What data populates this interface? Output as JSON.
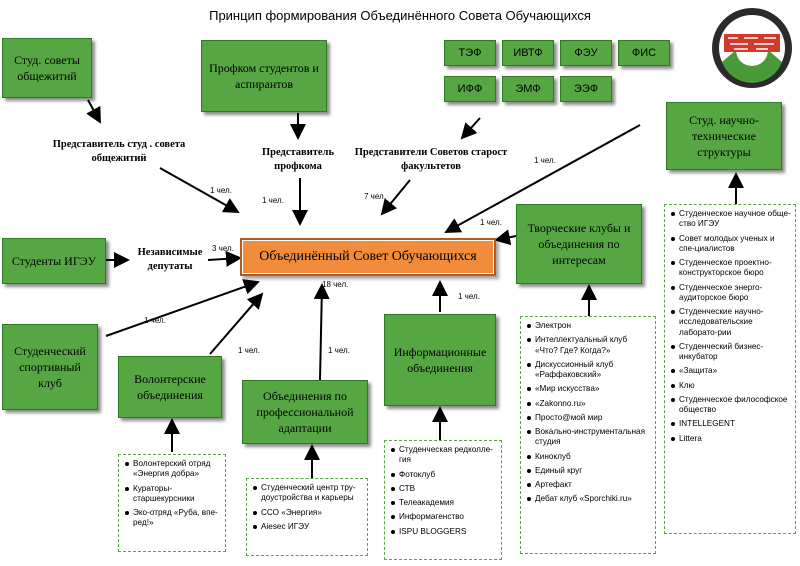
{
  "title": "Принцип формирования Объединённого Совета Обучающихся",
  "center": "Объединённый Совет Обучающихся",
  "center_count": "18 чел.",
  "boxes": {
    "dorm": "Студ. советы общежитий",
    "union": "Профком студентов и аспирантов",
    "students": "Студенты ИГЭУ",
    "sport": "Студенческий спортивный клуб",
    "volunteer": "Волонтерские объединения",
    "prof": "Объединения по профессиональной адаптации",
    "info": "Информационные объединения",
    "clubs": "Творческие клубы и объединения по интересам",
    "science": "Студ. научно-технические структуры"
  },
  "faculties": [
    "ТЭФ",
    "ИВТФ",
    "ФЭУ",
    "ФИС",
    "ИФФ",
    "ЭМФ",
    "ЭЭФ"
  ],
  "labels": {
    "dorm_rep": "Представитель студ . совета общежитий",
    "union_rep": "Представитель профкома",
    "fac_rep": "Представители Советов старост факультетов",
    "independent": "Независимые депутаты"
  },
  "counts": {
    "dorm": "1 чел.",
    "union": "1 чел.",
    "fac": "7 чел.",
    "science": "1 чел.",
    "clubs": "1 чел.",
    "independent": "3 чел.",
    "info": "1 чел.",
    "prof": "1 чел.",
    "volunteer": "1 чел.",
    "sport": "1 чел."
  },
  "lists": {
    "volunteer": [
      "Волонтерский отряд «Энергия добра»",
      "Кураторы-старшекурсники",
      "Эко-отряд «Руба, впе-ред!»"
    ],
    "prof": [
      "Студенческий центр тру-доустройства и карьеры",
      "ССО «Энергия»",
      "Aiesec ИГЭУ"
    ],
    "info": [
      "Студенческая редколле-гия",
      "Фотоклуб",
      "СТВ",
      "Телеакадемия",
      "Информагенство",
      "ISPU BLOGGERS"
    ],
    "clubs": [
      "Электрон",
      "Интеллектуальный клуб «Что? Где? Когда?»",
      "Дискуссионный клуб «Раффаковский»",
      "«Мир искусства»",
      "«Zakonno.ru»",
      "Просто@мой мир",
      "Вокально-инструментальная студия",
      "Киноклуб",
      "Единый круг",
      "Артефакт",
      "Дебат клуб «Sporchiki.ru»"
    ],
    "science": [
      "Студенческое научное обще-ство ИГЭУ",
      "Совет молодых ученых и спе-циалистов",
      "Студенческое проектно-конструкторское бюро",
      "Студенческое энерго-аудиторское бюро",
      "Студенческие научно-исследовательские лаборато-рии",
      "Студенческий бизнес-инкубатор",
      "«Защита»",
      "Клю",
      "Студенческое философское общество",
      "INTELLEGENT",
      "Littera"
    ]
  }
}
